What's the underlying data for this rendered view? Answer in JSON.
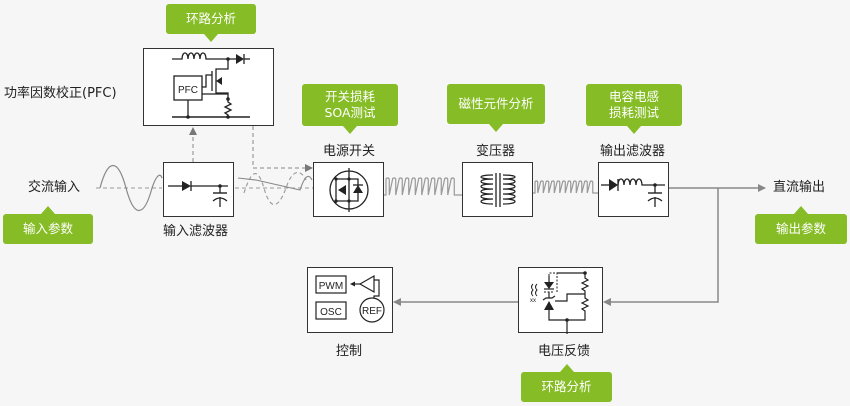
{
  "colors": {
    "accent": "#86bc25",
    "line": "#888888",
    "stroke": "#333333",
    "background": "#f6f6f6"
  },
  "nodes": {
    "pfc": {
      "title": "功率因数校正(PFC)",
      "chip_label": "PFC",
      "callout": "环路分析"
    },
    "ac_input": {
      "label": "交流输入",
      "callout": "输入参数"
    },
    "input_filter": {
      "label": "输入滤波器"
    },
    "power_switch": {
      "label": "电源开关",
      "callout_line1": "开关损耗",
      "callout_line2": "SOA测试"
    },
    "transformer": {
      "label": "变压器",
      "callout": "磁性元件分析"
    },
    "output_filter": {
      "label": "输出滤波器",
      "callout_line1": "电容电感",
      "callout_line2": "损耗测试"
    },
    "dc_output": {
      "label": "直流输出",
      "callout": "输出参数"
    },
    "control": {
      "label": "控制",
      "pwm": "PWM",
      "osc": "OSC",
      "ref": "REF"
    },
    "voltage_feedback": {
      "label": "电压反馈",
      "callout": "环路分析"
    }
  }
}
